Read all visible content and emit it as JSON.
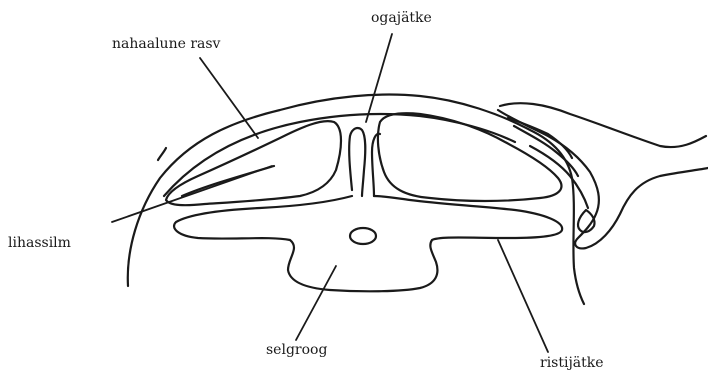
{
  "labels": {
    "subcutaneous_fat": "nahaalune rasv",
    "spinous_process": "ogajätke",
    "muscle_eye": "lihassilm",
    "vertebra": "selgroog",
    "transverse_process": "ristijätke"
  },
  "colors": {
    "ink": "#1a1a1a",
    "background": "#ffffff"
  }
}
